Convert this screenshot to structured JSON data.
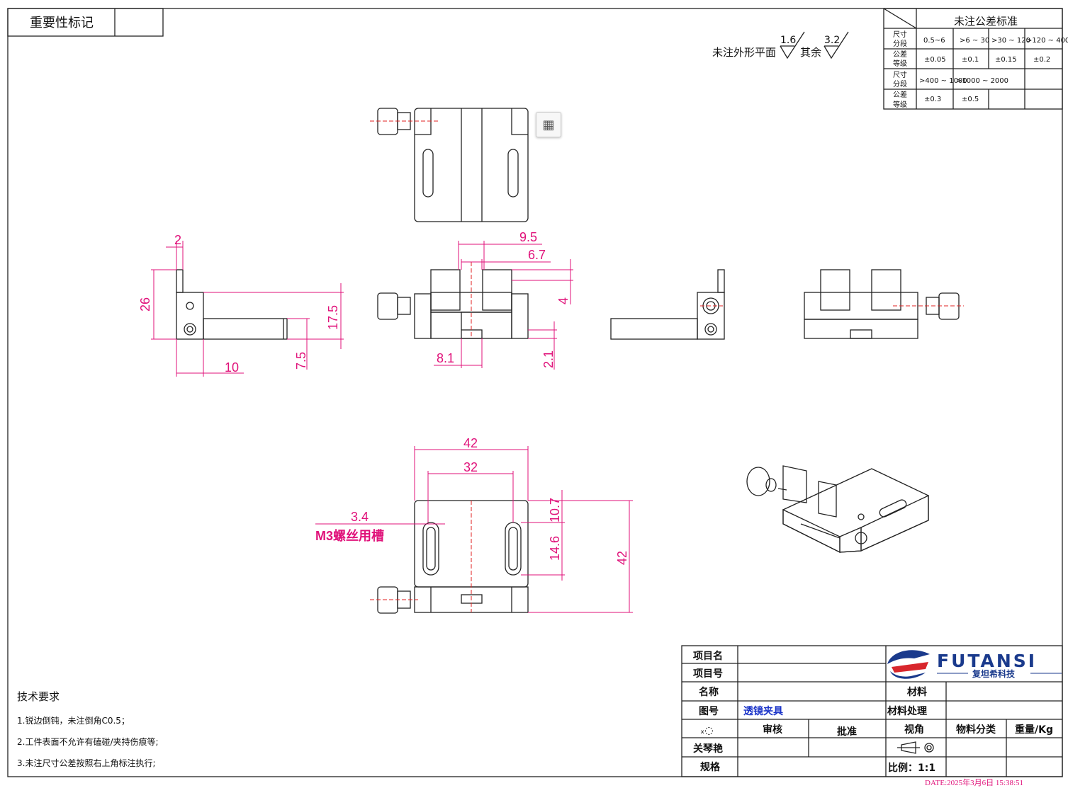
{
  "header": {
    "importance_mark": "重要性标记"
  },
  "surface_note": {
    "prefix": "未注外形平面",
    "value1": "1.6",
    "other": "其余",
    "value2": "3.2"
  },
  "tolerance_table": {
    "title": "未注公差标准",
    "row_labels": [
      [
        "尺寸",
        "分段"
      ],
      [
        "公差",
        "等级"
      ],
      [
        "尺寸",
        "分段"
      ],
      [
        "公差",
        "等级"
      ]
    ],
    "row1": [
      "0.5~6",
      ">6 ~ 30",
      ">30 ~ 120",
      ">120 ~ 400"
    ],
    "row2": [
      "±0.05",
      "±0.1",
      "±0.15",
      "±0.2"
    ],
    "row3": [
      ">400 ~ 1000",
      ">1000 ~ 2000"
    ],
    "row4": [
      "±0.3",
      "±0.5"
    ]
  },
  "dimensions": {
    "d2": "2",
    "d26": "26",
    "d10": "10",
    "d17_5": "17.5",
    "d7_5": "7.5",
    "d9_5": "9.5",
    "d6_7": "6.7",
    "d4": "4",
    "d8_1": "8.1",
    "d2_1": "2.1",
    "d42_top": "42",
    "d32": "32",
    "d3_4": "3.4",
    "slot_note": "M3螺丝用槽",
    "d10_7": "10.7",
    "d14_6": "14.6",
    "d42_side": "42"
  },
  "tech_requirements": {
    "title": "技术要求",
    "items": [
      "1.锐边倒钝，未注倒角C0.5；",
      "2.工件表面不允许有磕碰/夹持伤痕等;",
      "3.未注尺寸公差按照右上角标注执行;"
    ]
  },
  "title_block": {
    "project_name_label": "项目名",
    "project_no_label": "项目号",
    "name_label": "名称",
    "drawing_no_label": "图号",
    "drawing_no_value": "透镜夹具",
    "review_label": "审核",
    "approve_label": "批准",
    "designer_label": "关琴艳",
    "spec_label": "规格",
    "material_label": "材料",
    "treatment_label": "材料处理",
    "view_label": "视角",
    "category_label": "物料分类",
    "weight_label": "重量/Kg",
    "scale_label": "比例：1:1",
    "brand": "FUTANSI",
    "brand_cn": "复坦希科技",
    "date": "DATE:2025年3月6日 15:38:51"
  },
  "colors": {
    "dimension": "#e0127a",
    "centerline": "#e02020",
    "drawing_no": "#1a33c8",
    "brand_blue": "#1a3a8c",
    "brand_red": "#d8262c"
  },
  "icons": {
    "table_icon": "grid-table-icon"
  }
}
